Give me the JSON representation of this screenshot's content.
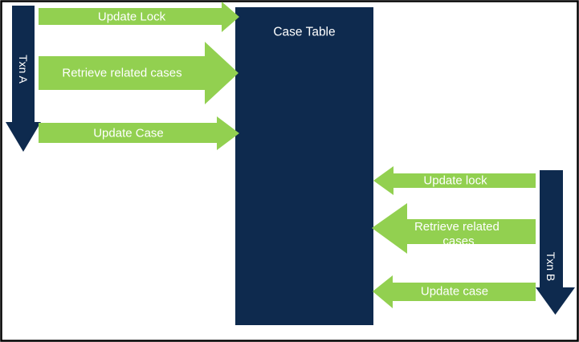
{
  "colors": {
    "navy": "#0E2A4E",
    "green": "#92D050",
    "label_text": "#FFFFFF",
    "border": "#000000",
    "background": "#FFFFFF"
  },
  "case_table": {
    "label": "Case Table"
  },
  "txn_a": {
    "label": "Txn A",
    "arrows": [
      {
        "label": "Update Lock",
        "direction": "right"
      },
      {
        "label": "Retrieve related cases",
        "direction": "right"
      },
      {
        "label": "Update Case",
        "direction": "right"
      }
    ]
  },
  "txn_b": {
    "label": "Txn B",
    "arrows": [
      {
        "label": "Update lock",
        "direction": "left"
      },
      {
        "label": "Retrieve related cases",
        "line1": "Retrieve related",
        "line2": "cases",
        "direction": "left"
      },
      {
        "label": "Update case",
        "direction": "left"
      }
    ]
  }
}
